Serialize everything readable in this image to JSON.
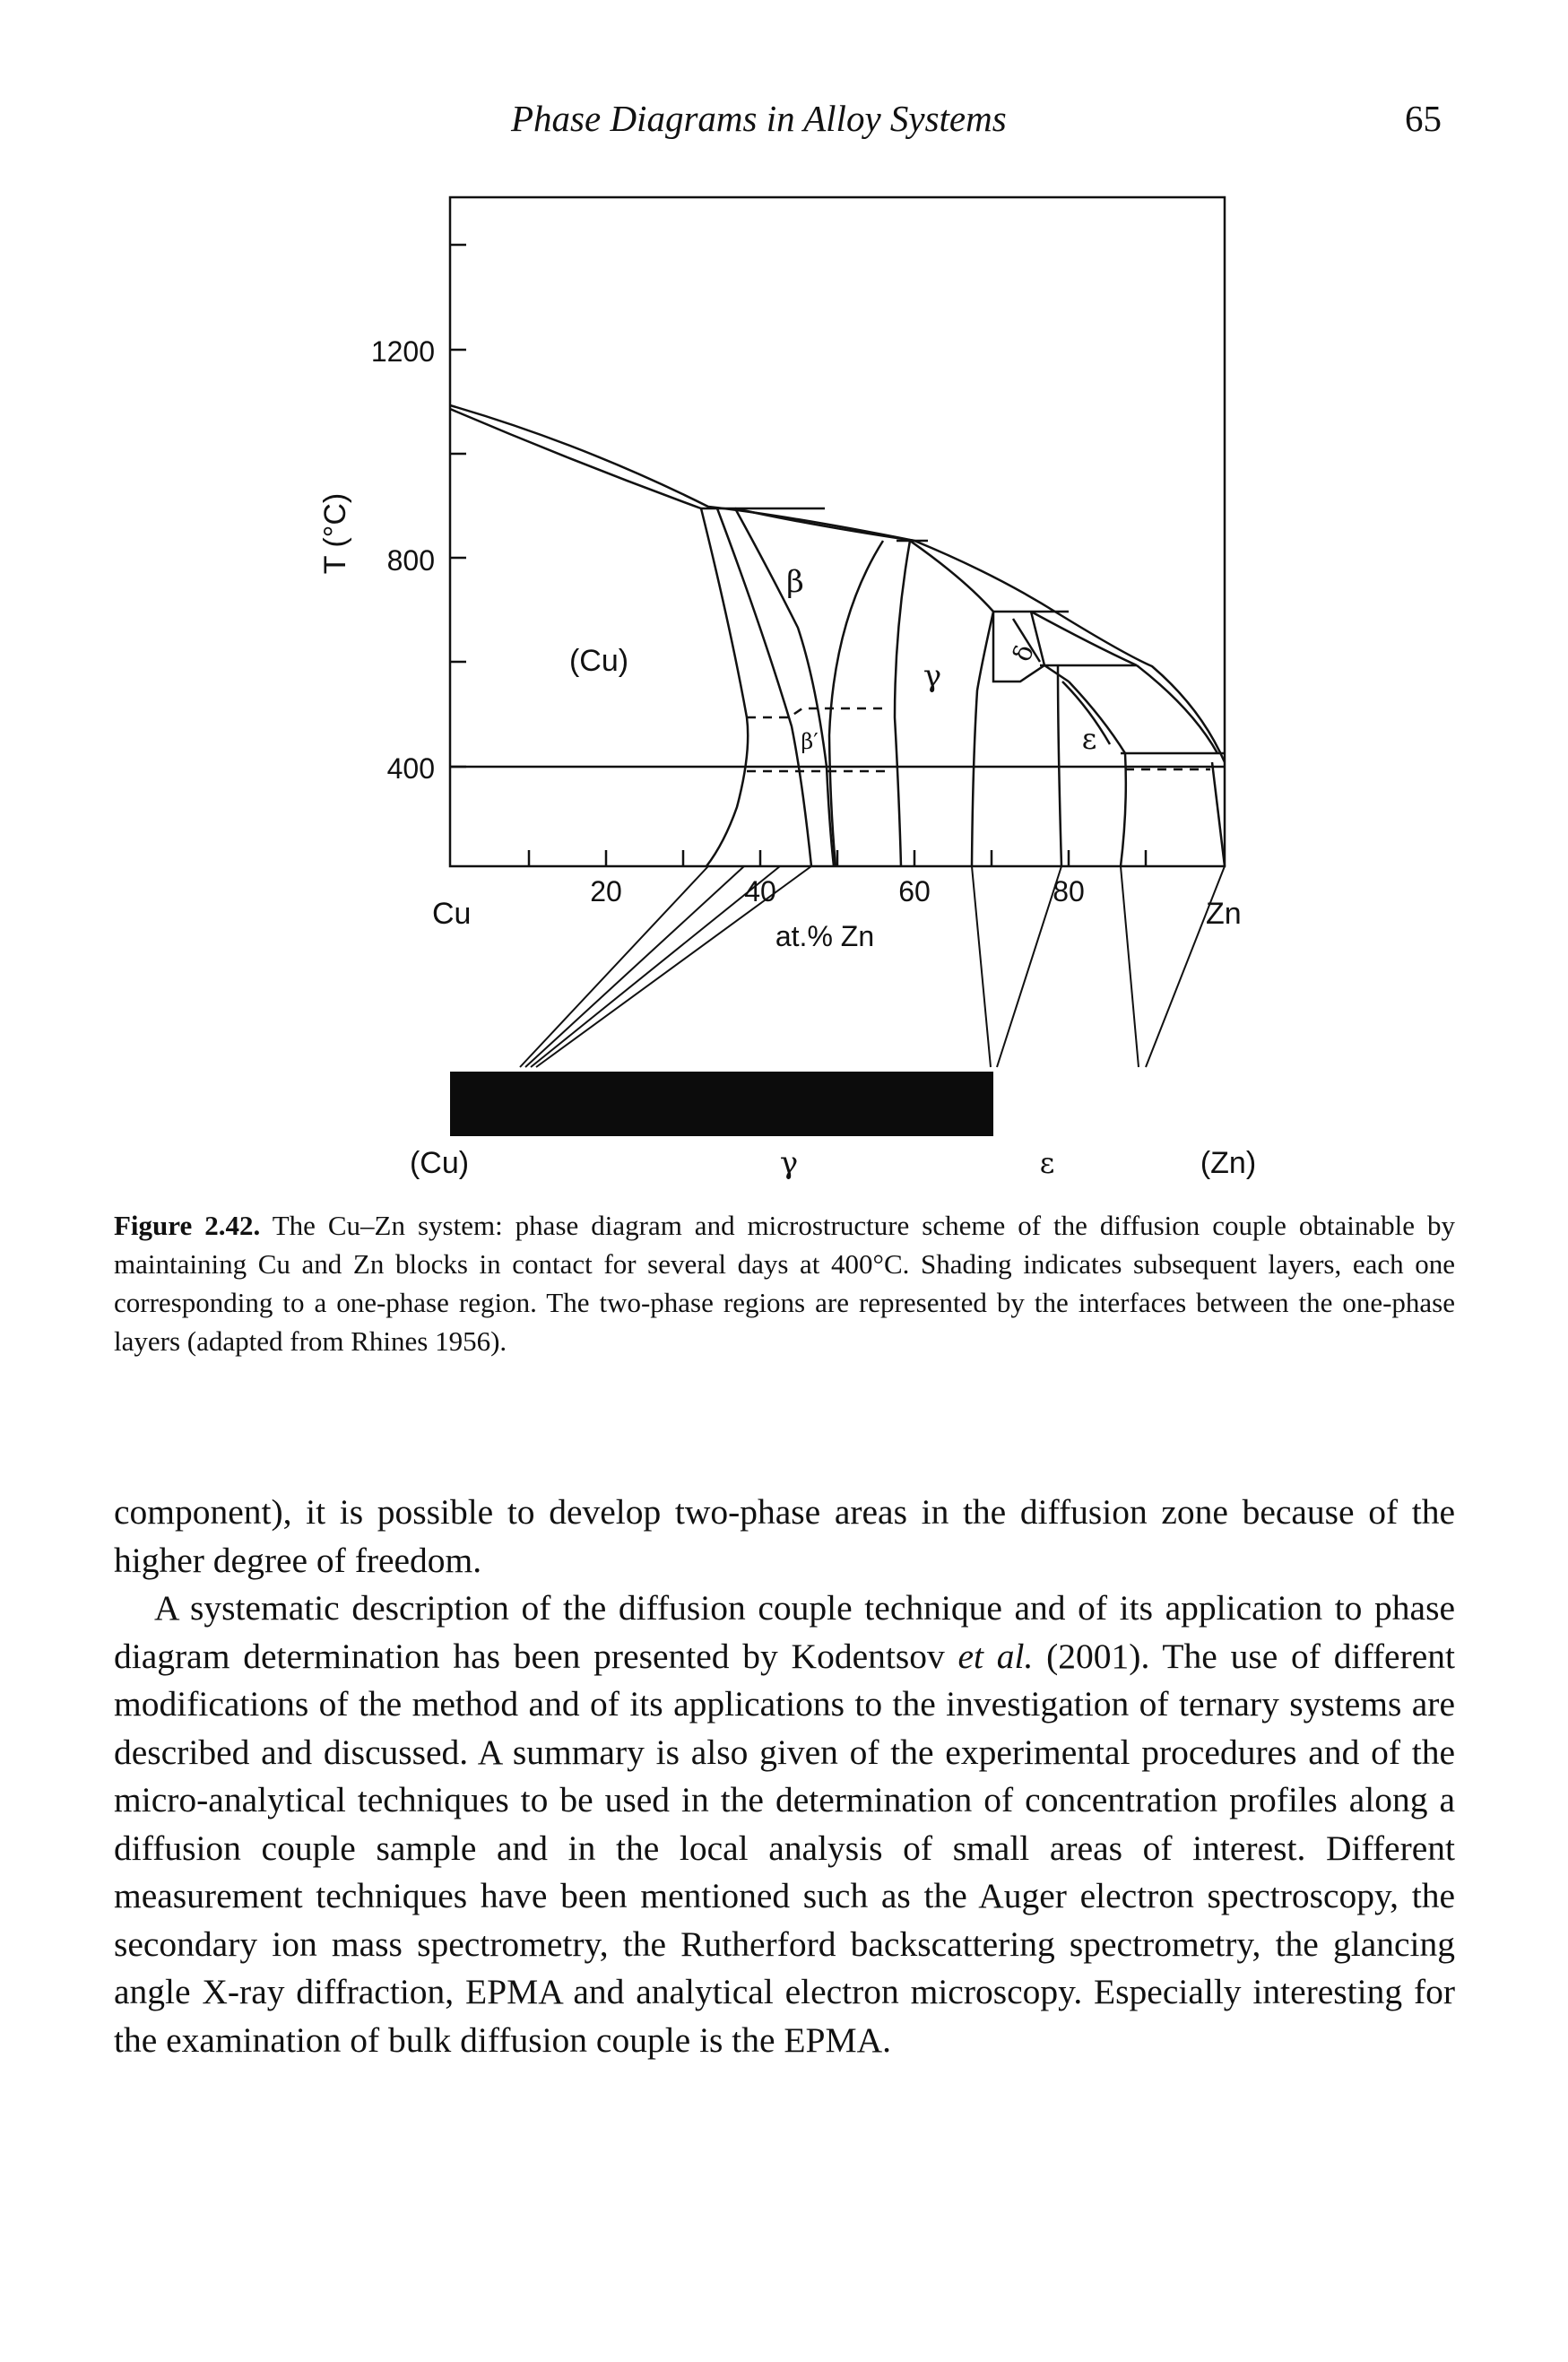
{
  "header": {
    "running_title": "Phase Diagrams in Alloy Systems",
    "page_number": "65"
  },
  "figure": {
    "y_axis_label": "T (°C)",
    "y_ticks": [
      "1200",
      "800",
      "400"
    ],
    "x_tick_labels": [
      "20",
      "40",
      "60",
      "80"
    ],
    "x_axis_label": "at.% Zn",
    "left_end_label": "Cu",
    "right_end_label": "Zn",
    "region_labels": {
      "cu": "(Cu)",
      "beta": "β",
      "beta_prime": "β′",
      "gamma": "γ",
      "delta": "δ",
      "epsilon": "ε"
    },
    "layer_labels": [
      "(Cu)",
      "γ",
      "ε",
      "(Zn)"
    ]
  },
  "caption": {
    "number": "Figure 2.42.",
    "text": "The Cu–Zn system: phase diagram and microstructure scheme of the diffusion couple obtainable by maintaining Cu and Zn blocks in contact for several days at 400°C. Shading indicates subsequent layers, each one corresponding to a one-phase region. The two-phase regions are represented by the interfaces between the one-phase layers (adapted from Rhines 1956)."
  },
  "body": {
    "p1": "component), it is possible to develop two-phase areas in the diffusion zone because of the higher degree of freedom.",
    "p2_before": "A systematic description of the diffusion couple technique and of its application to phase diagram determination has been presented by Kodentsov ",
    "p2_etal": "et al.",
    "p2_after": " (2001). The use of different modifications of the method and of its applications to the investigation of ternary systems are described and discussed. A summary is also given of the experimental procedures and of the micro-analytical techniques to be used in the determination of concentration profiles along a diffusion couple sample and in the local analysis of small areas of interest. Different measurement techniques have been mentioned such as the Auger electron spectroscopy, the secondary ion mass spectrometry, the Rutherford backscattering spectrometry, the glancing angle X-ray diffraction, EPMA and analytical electron microscopy. Especially interesting for the examination of bulk diffusion couple is the EPMA."
  }
}
